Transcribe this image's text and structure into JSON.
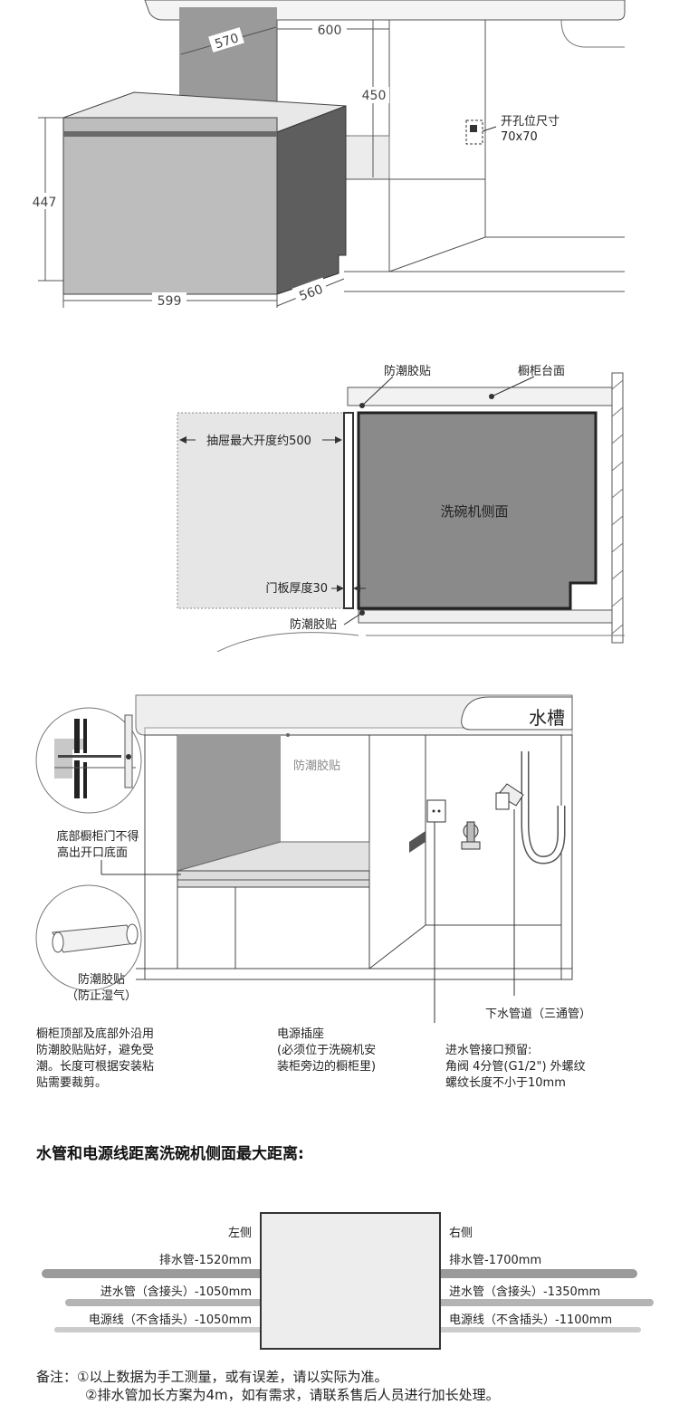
{
  "diagram1": {
    "dim_depth_top": "570",
    "dim_width_top": "600",
    "dim_height_cabinet": "450",
    "dim_height": "447",
    "dim_width": "599",
    "dim_depth": "560",
    "hole_label_line1": "开孔位尺寸",
    "hole_label_line2": "70x70"
  },
  "diagram2": {
    "moisture_tape_top": "防潮胶贴",
    "countertop": "橱柜台面",
    "drawer_open": "抽屉最大开度约500",
    "side_label": "洗碗机侧面",
    "door_thickness": "门板厚度30",
    "moisture_tape_bottom": "防潮胶贴"
  },
  "diagram3": {
    "sink": "水槽",
    "moisture_tape": "防潮胶贴",
    "door_note_line1": "底部橱柜门不得",
    "door_note_line2": "高出开口底面",
    "tape_roll_line1": "防潮胶贴",
    "tape_roll_line2": "（防止湿气）",
    "tape_note_line1": "橱柜顶部及底部外沿用",
    "tape_note_line2": "防潮胶贴贴好，避免受",
    "tape_note_line3": "潮。长度可根据安装粘",
    "tape_note_line4": "贴需要裁剪。",
    "socket_line1": "电源插座",
    "socket_line2": "(必须位于洗碗机安",
    "socket_line3": "装柜旁边的橱柜里)",
    "drain_label": "下水管道（三通管）",
    "inlet_line1": "进水管接口预留:",
    "inlet_line2": "角阀 4分管(G1/2\") 外螺纹",
    "inlet_line3": "螺纹长度不小于10mm"
  },
  "distance": {
    "heading": "水管和电源线距离洗碗机侧面最大距离:",
    "left_title": "左侧",
    "right_title": "右侧",
    "left_drain": "排水管-1520mm",
    "left_inlet": "进水管（含接头）-1050mm",
    "left_power": "电源线（不含插头）-1050mm",
    "right_drain": "排水管-1700mm",
    "right_inlet": "进水管（含接头）-1350mm",
    "right_power": "电源线（不含插头）-1100mm"
  },
  "notes": {
    "line1": "备注：①以上数据为手工测量，或有误差，请以实际为准。",
    "line2": "②排水管加长方案为4m，如有需求，请联系售后人员进行加长处理。"
  }
}
